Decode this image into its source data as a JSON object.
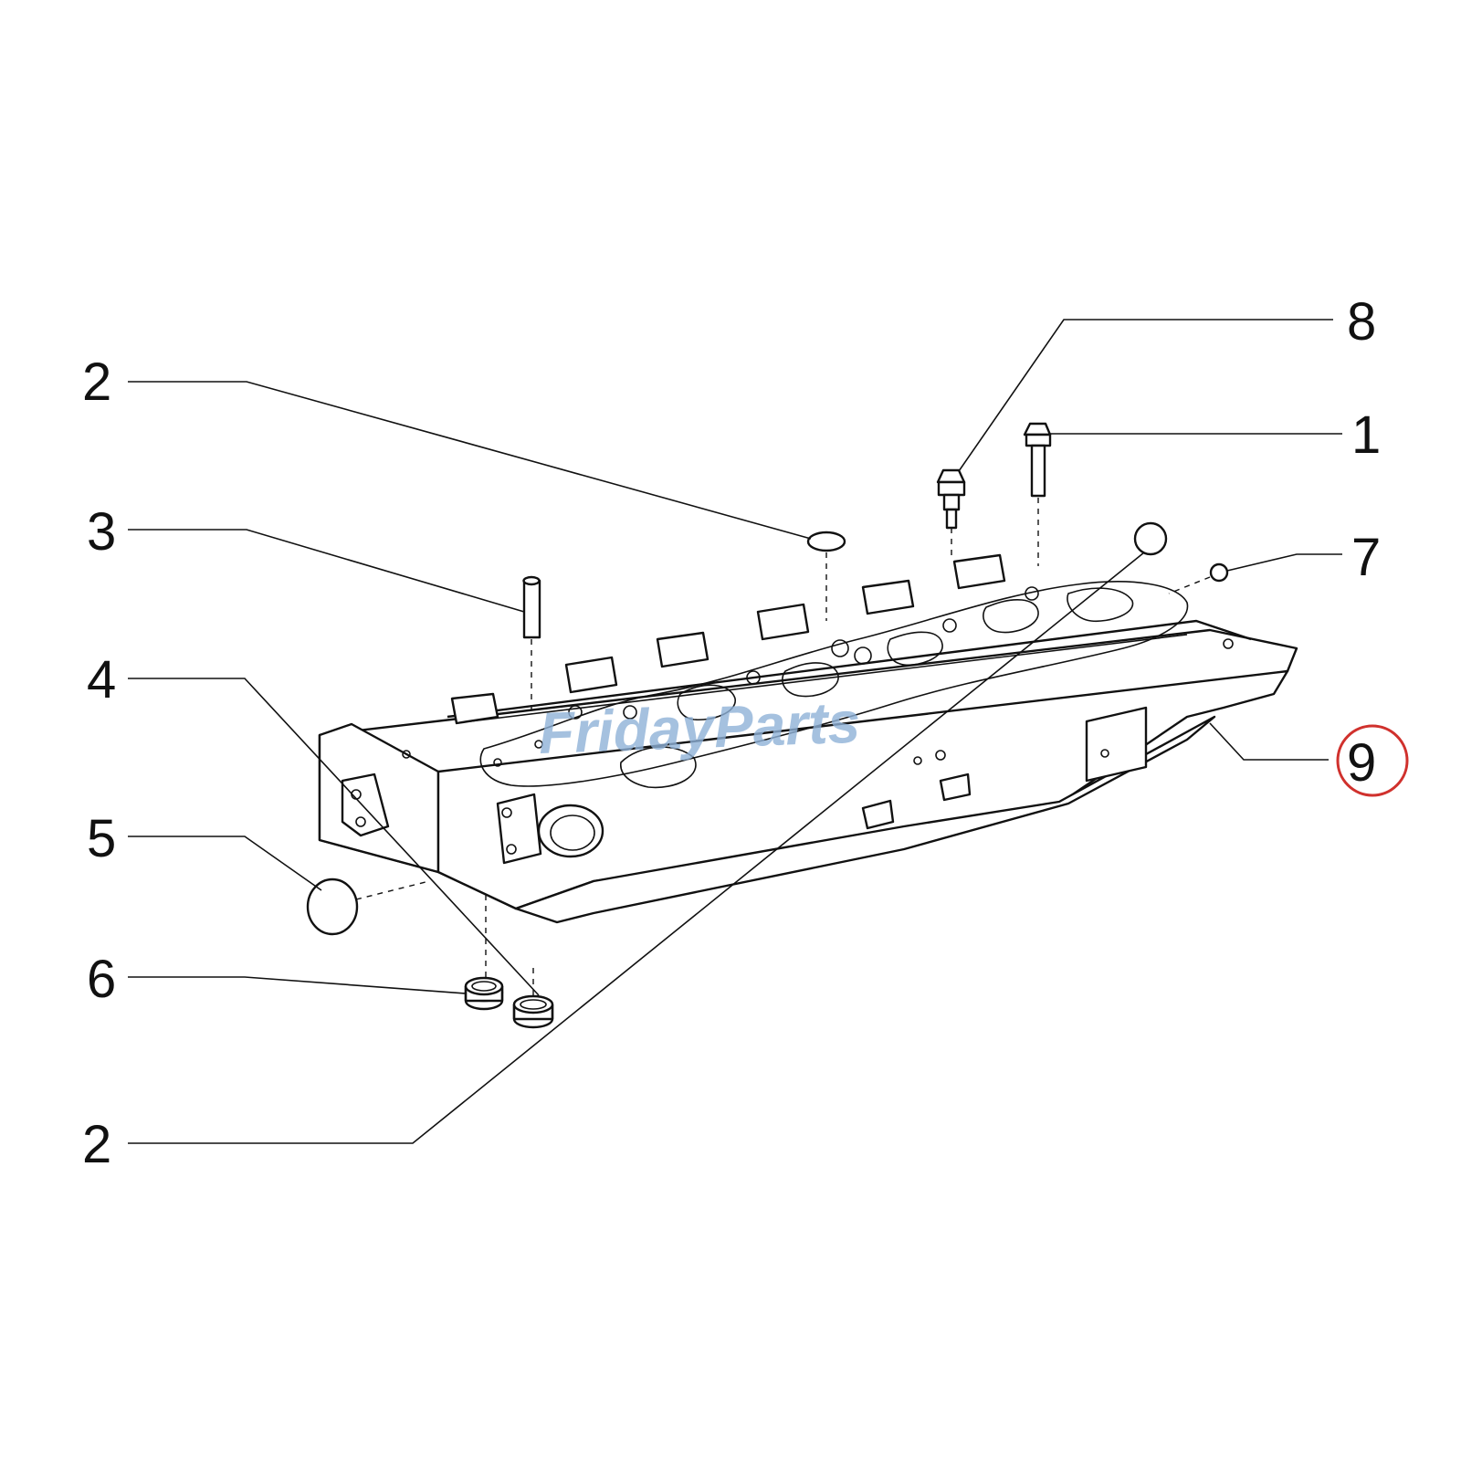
{
  "callouts": [
    {
      "id": "c2a",
      "label": "2"
    },
    {
      "id": "c3",
      "label": "3"
    },
    {
      "id": "c4",
      "label": "4"
    },
    {
      "id": "c5",
      "label": "5"
    },
    {
      "id": "c6",
      "label": "6"
    },
    {
      "id": "c2b",
      "label": "2"
    },
    {
      "id": "c8",
      "label": "8"
    },
    {
      "id": "c1",
      "label": "1"
    },
    {
      "id": "c7",
      "label": "7"
    },
    {
      "id": "c9",
      "label": "9",
      "highlighted": true
    }
  ],
  "highlight_color": "#d0312d",
  "watermark": {
    "part1": "Friday",
    "part2": "Parts",
    "color_main": "#8fb2d8",
    "color_accent": "#f0a030"
  }
}
